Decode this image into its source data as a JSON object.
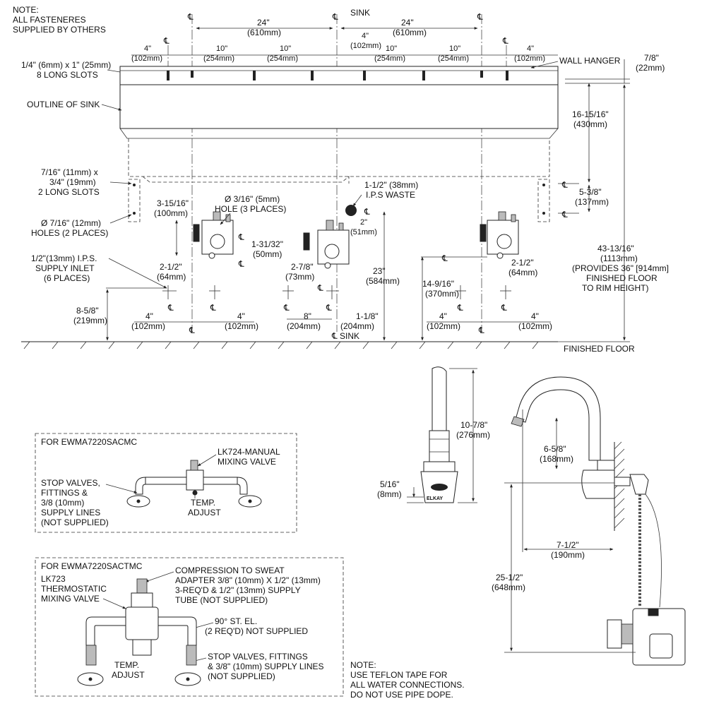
{
  "notes": {
    "top_line1": "NOTE:",
    "top_line2": "ALL FASTENERES",
    "top_line3": "SUPPLIED BY OTHERS",
    "bottom_line1": "NOTE:",
    "bottom_line2": "USE TEFLON TAPE FOR",
    "bottom_line3": "ALL WATER CONNECTIONS.",
    "bottom_line4": "DO NOT USE PIPE DOPE."
  },
  "centerline_symbol": "℄",
  "front_view": {
    "sink": "SINK",
    "centerline_sink": "℄ SINK",
    "outline_of_sink": "OUTLINE OF SINK",
    "wall_hanger": "WALL HANGER",
    "finished_floor": "FINISHED FLOOR",
    "slots_top_1": "1/4\" (6mm) x 1\" (25mm)",
    "slots_top_2": "8 LONG SLOTS",
    "slots_side_1": "7/16\" (11mm) x",
    "slots_side_2": "3/4\" (19mm)",
    "slots_side_3": "2 LONG SLOTS",
    "holes_1": "Ø 7/16\" (12mm)",
    "holes_2": "HOLES (2 PLACES)",
    "hole3_1": "Ø 3/16\" (5mm)",
    "hole3_2": "HOLE (3 PLACES)",
    "waste_1": "1-1/2\" (38mm)",
    "waste_2": "I.P.S WASTE",
    "supply_1": "1/2\"(13mm) I.P.S.",
    "supply_2": "SUPPLY INLET",
    "supply_3": "(6 PLACES)",
    "d24_in": "24\"",
    "d24_mm": "(610mm)",
    "d4_in": "4\"",
    "d4_mm": "(102mm)",
    "d10_in": "10\"",
    "d10_mm": "(254mm)",
    "d7_8_in": "7/8\"",
    "d7_8_mm": "(22mm)",
    "d16_in": "16-15/16\"",
    "d16_mm": "(430mm)",
    "d5_3_8_in": "5-3/8\"",
    "d5_3_8_mm": "(137mm)",
    "d43_in": "43-13/16\"",
    "d43_mm": "(1113mm)",
    "d43_note1": "(PROVIDES 36\" [914mm]",
    "d43_note2": "FINISHED FLOOR",
    "d43_note3": "TO RIM HEIGHT)",
    "d3_15_in": "3-15/16\"",
    "d3_15_mm": "(100mm)",
    "d1_31_in": "1-31/32\"",
    "d1_31_mm": "(50mm)",
    "d2_1_2_in": "2-1/2\"",
    "d2_1_2_mm": "(64mm)",
    "d2_in": "2\"",
    "d2_mm": "(51mm)",
    "d23_in": "23\"",
    "d23_mm": "(584mm)",
    "d2_7_8_in": "2-7/8\"",
    "d2_7_8_mm": "(73mm)",
    "d14_in": "14-9/16\"",
    "d14_mm": "(370mm)",
    "d8_5_8_in": "8-5/8\"",
    "d8_5_8_mm": "(219mm)",
    "d8_in": "8\"",
    "d8_mm": "(204mm)",
    "d1_1_8_in": "1-1/8\"",
    "d1_1_8_mm": "(204mm)"
  },
  "manual_box": {
    "title": "FOR EWMA7220SACMC",
    "valve_1": "LK724-MANUAL",
    "valve_2": "MIXING VALVE",
    "stops_1": "STOP VALVES,",
    "stops_2": "FITTINGS &",
    "stops_3": "3/8 (10mm)",
    "stops_4": "SUPPLY LINES",
    "stops_5": "(NOT SUPPLIED)",
    "temp_1": "TEMP.",
    "temp_2": "ADJUST"
  },
  "thermo_box": {
    "title": "FOR EWMA7220SACTMC",
    "valve_1": "LK723",
    "valve_2": "THERMOSTATIC",
    "valve_3": "MIXING VALVE",
    "comp_1": "COMPRESSION TO SWEAT",
    "comp_2": "ADAPTER 3/8\" (10mm) X 1/2\" (13mm)",
    "comp_3": "3-REQ'D & 1/2\" (13mm) SUPPLY",
    "comp_4": "TUBE (NOT SUPPLIED)",
    "el_1": "90° ST. EL.",
    "el_2": "(2 REQ'D) NOT SUPPLIED",
    "stops_1": "STOP VALVES, FITTINGS",
    "stops_2": "& 3/8\" (10mm) SUPPLY LINES",
    "stops_3": "(NOT SUPPLIED)",
    "temp_1": "TEMP.",
    "temp_2": "ADJUST"
  },
  "faucet_views": {
    "d10_7_8_in": "10-7/8\"",
    "d10_7_8_mm": "(276mm)",
    "d5_16_in": "5/16\"",
    "d5_16_mm": "(8mm)",
    "brand": "ELKAY",
    "d6_5_8_in": "6-5/8\"",
    "d6_5_8_mm": "(168mm)",
    "d7_1_2_in": "7-1/2\"",
    "d7_1_2_mm": "(190mm)",
    "d25_1_2_in": "25-1/2\"",
    "d25_1_2_mm": "(648mm)"
  }
}
